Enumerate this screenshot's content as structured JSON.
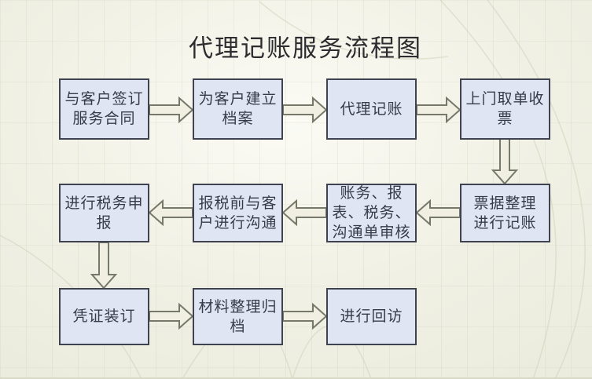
{
  "title": "代理记账服务流程图",
  "colors": {
    "background": "#ebebdd",
    "box_fill": "#dfe5f2",
    "box_border": "#3f434f",
    "arrow_fill": "#f0efe1",
    "arrow_border": "#767869",
    "text_color": "#363b49"
  },
  "nodes": [
    {
      "id": "sign-contract",
      "label": "与客户签订\n服务合同"
    },
    {
      "id": "create-archive",
      "label": "为客户建立\n档案"
    },
    {
      "id": "agency-bookkeeping",
      "label": "代理记账"
    },
    {
      "id": "pickup-receipts",
      "label": "上门取单收\n票"
    },
    {
      "id": "organize-bills",
      "label": "票据整理\n进行记账"
    },
    {
      "id": "review-audit",
      "label": "账务、报\n表、税务、\n沟通单审核"
    },
    {
      "id": "pre-tax-communication",
      "label": "报税前与客\n户进行沟通"
    },
    {
      "id": "tax-declaration",
      "label": "进行税务申\n报"
    },
    {
      "id": "voucher-binding",
      "label": "凭证装订"
    },
    {
      "id": "material-filing",
      "label": "材料整理归\n档"
    },
    {
      "id": "follow-up-visit",
      "label": "进行回访"
    }
  ]
}
